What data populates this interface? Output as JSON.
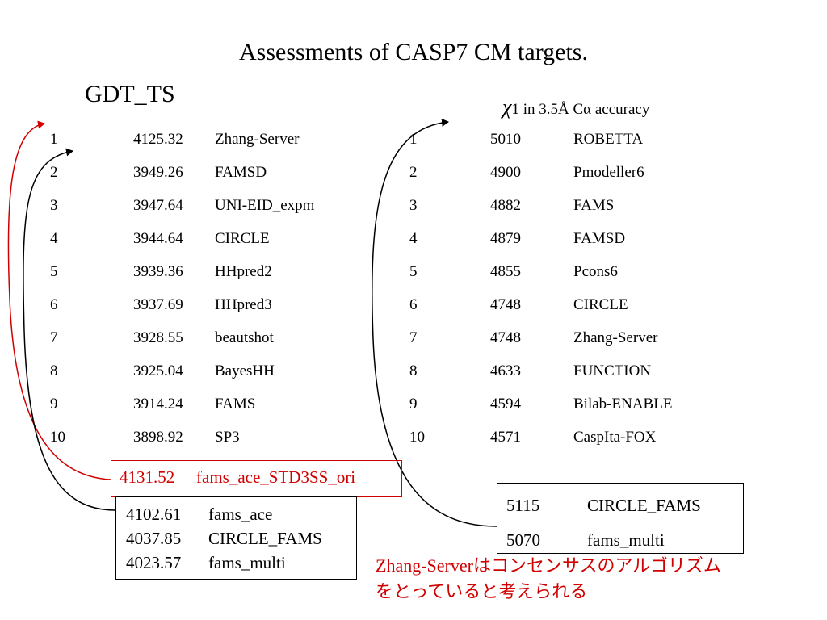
{
  "title": "Assessments of CASP7 CM targets.",
  "gdt": {
    "heading": "GDT_TS",
    "rows": [
      {
        "rank": "1",
        "score": "4125.32",
        "name": "Zhang-Server"
      },
      {
        "rank": "2",
        "score": "3949.26",
        "name": "FAMSD"
      },
      {
        "rank": "3",
        "score": "3947.64",
        "name": "UNI-EID_expm"
      },
      {
        "rank": "4",
        "score": "3944.64",
        "name": "CIRCLE"
      },
      {
        "rank": "5",
        "score": "3939.36",
        "name": "HHpred2"
      },
      {
        "rank": "6",
        "score": "3937.69",
        "name": "HHpred3"
      },
      {
        "rank": "7",
        "score": "3928.55",
        "name": "beautshot"
      },
      {
        "rank": "8",
        "score": "3925.04",
        "name": "BayesHH"
      },
      {
        "rank": "9",
        "score": "3914.24",
        "name": "FAMS"
      },
      {
        "rank": "10",
        "score": "3898.92",
        "name": "SP3"
      }
    ],
    "highlight": {
      "score": "4131.52",
      "name": "fams_ace_STD3SS_ori",
      "color": "#d00000"
    },
    "extra": [
      {
        "score": "4102.61",
        "name": "fams_ace"
      },
      {
        "score": "4037.85",
        "name": "CIRCLE_FAMS"
      },
      {
        "score": "4023.57",
        "name": "fams_multi"
      }
    ]
  },
  "chi": {
    "symbol": "χ",
    "subscript": "1",
    "heading_rest": " in 3.5Å Cα accuracy",
    "rows": [
      {
        "rank": "1",
        "score": "5010",
        "name": "ROBETTA"
      },
      {
        "rank": "2",
        "score": "4900",
        "name": "Pmodeller6"
      },
      {
        "rank": "3",
        "score": "4882",
        "name": "FAMS"
      },
      {
        "rank": "4",
        "score": "4879",
        "name": "FAMSD"
      },
      {
        "rank": "5",
        "score": "4855",
        "name": "Pcons6"
      },
      {
        "rank": "6",
        "score": "4748",
        "name": "CIRCLE"
      },
      {
        "rank": "7",
        "score": "4748",
        "name": "Zhang-Server"
      },
      {
        "rank": "8",
        "score": "4633",
        "name": "FUNCTION"
      },
      {
        "rank": "9",
        "score": "4594",
        "name": "Bilab-ENABLE"
      },
      {
        "rank": "10",
        "score": "4571",
        "name": "CaspIta-FOX"
      }
    ],
    "extra": [
      {
        "score": "5115",
        "name": "CIRCLE_FAMS"
      },
      {
        "score": "5070",
        "name": "fams_multi"
      }
    ]
  },
  "note": {
    "latin": "Zhang-Server",
    "line1_rest": "はコンセンサスのアルゴリズム",
    "line2": "をとっていると考えられる",
    "color": "#d00000"
  }
}
